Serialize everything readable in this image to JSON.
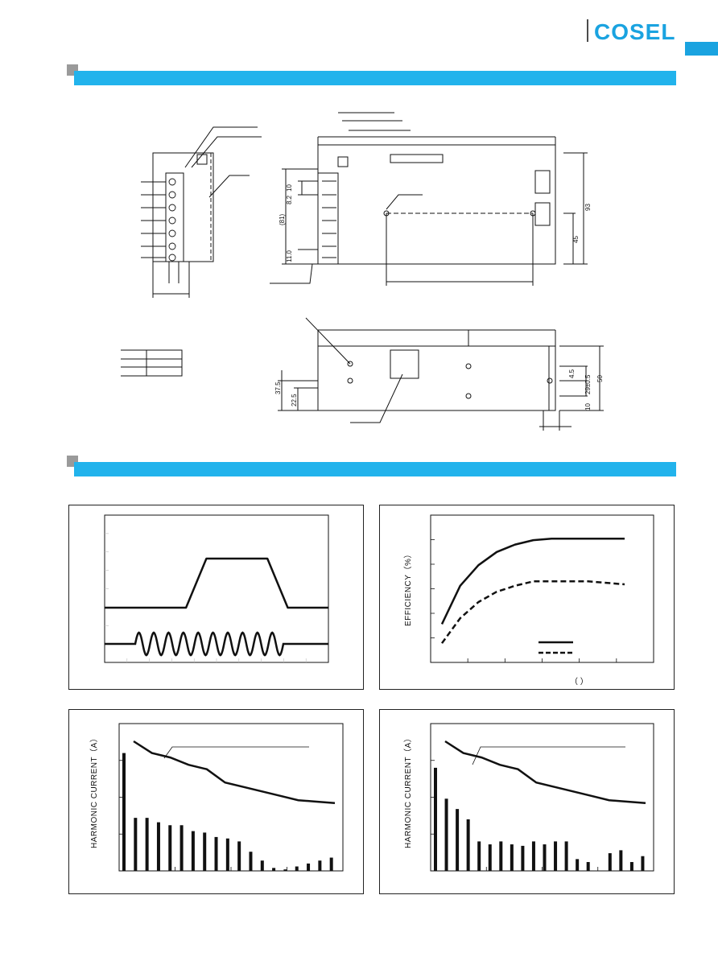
{
  "brand": {
    "logo_text": "COSEL"
  },
  "drawing": {
    "dimensions": [
      "10",
      "8.2",
      "(81)",
      "11.0",
      "93",
      "45",
      "37.5",
      "22.5",
      "4.5",
      "29±0.5",
      "10",
      "50"
    ]
  },
  "charts": {
    "efficiency": {
      "ylabel": "EFFICIENCY（%）",
      "xlabel": "（  ）"
    },
    "harmonic_left": {
      "ylabel": "HARMONIC CURRENT（A）"
    },
    "harmonic_right": {
      "ylabel": "HARMONIC CURRENT（A）"
    }
  },
  "chart_data": [
    {
      "type": "line",
      "title": "",
      "grid": true,
      "series": [
        {
          "values": [
            0,
            0,
            0,
            0,
            0,
            1,
            1,
            1,
            1,
            0,
            0,
            0
          ]
        },
        {
          "values": [
            0,
            1,
            -1,
            1,
            -1,
            1,
            -1,
            1,
            -1,
            1,
            -1,
            0
          ]
        }
      ]
    },
    {
      "type": "line",
      "ylabel": "EFFICIENCY（%）",
      "grid": true,
      "series": [
        {
          "x": [
            0,
            0.1,
            0.2,
            0.3,
            0.4,
            0.5,
            0.6,
            0.8,
            1.0
          ],
          "values": [
            0.26,
            0.52,
            0.66,
            0.75,
            0.8,
            0.83,
            0.84,
            0.84,
            0.84
          ]
        },
        {
          "x": [
            0,
            0.1,
            0.2,
            0.3,
            0.4,
            0.5,
            0.6,
            0.8,
            1.0
          ],
          "values": [
            0.13,
            0.3,
            0.41,
            0.48,
            0.52,
            0.55,
            0.55,
            0.55,
            0.53
          ]
        }
      ]
    },
    {
      "type": "bar",
      "ylabel": "HARMONIC CURRENT（A）",
      "values": [
        0.8,
        0.36,
        0.36,
        0.33,
        0.31,
        0.31,
        0.27,
        0.26,
        0.23,
        0.22,
        0.2,
        0.13,
        0.07,
        0.02,
        0.01,
        0.03,
        0.05,
        0.07,
        0.09
      ],
      "limit_line": [
        0.88,
        0.8,
        0.77,
        0.72,
        0.69,
        0.6,
        0.57,
        0.54,
        0.51,
        0.48,
        0.47,
        0.46
      ]
    },
    {
      "type": "bar",
      "ylabel": "HARMONIC CURRENT（A）",
      "values": [
        0.7,
        0.49,
        0.42,
        0.35,
        0.2,
        0.18,
        0.2,
        0.18,
        0.17,
        0.2,
        0.18,
        0.2,
        0.2,
        0.08,
        0.06,
        0,
        0.12,
        0.14,
        0.06,
        0.1
      ],
      "limit_line": [
        0.88,
        0.8,
        0.77,
        0.72,
        0.69,
        0.6,
        0.57,
        0.54,
        0.51,
        0.48,
        0.47,
        0.46
      ]
    }
  ]
}
